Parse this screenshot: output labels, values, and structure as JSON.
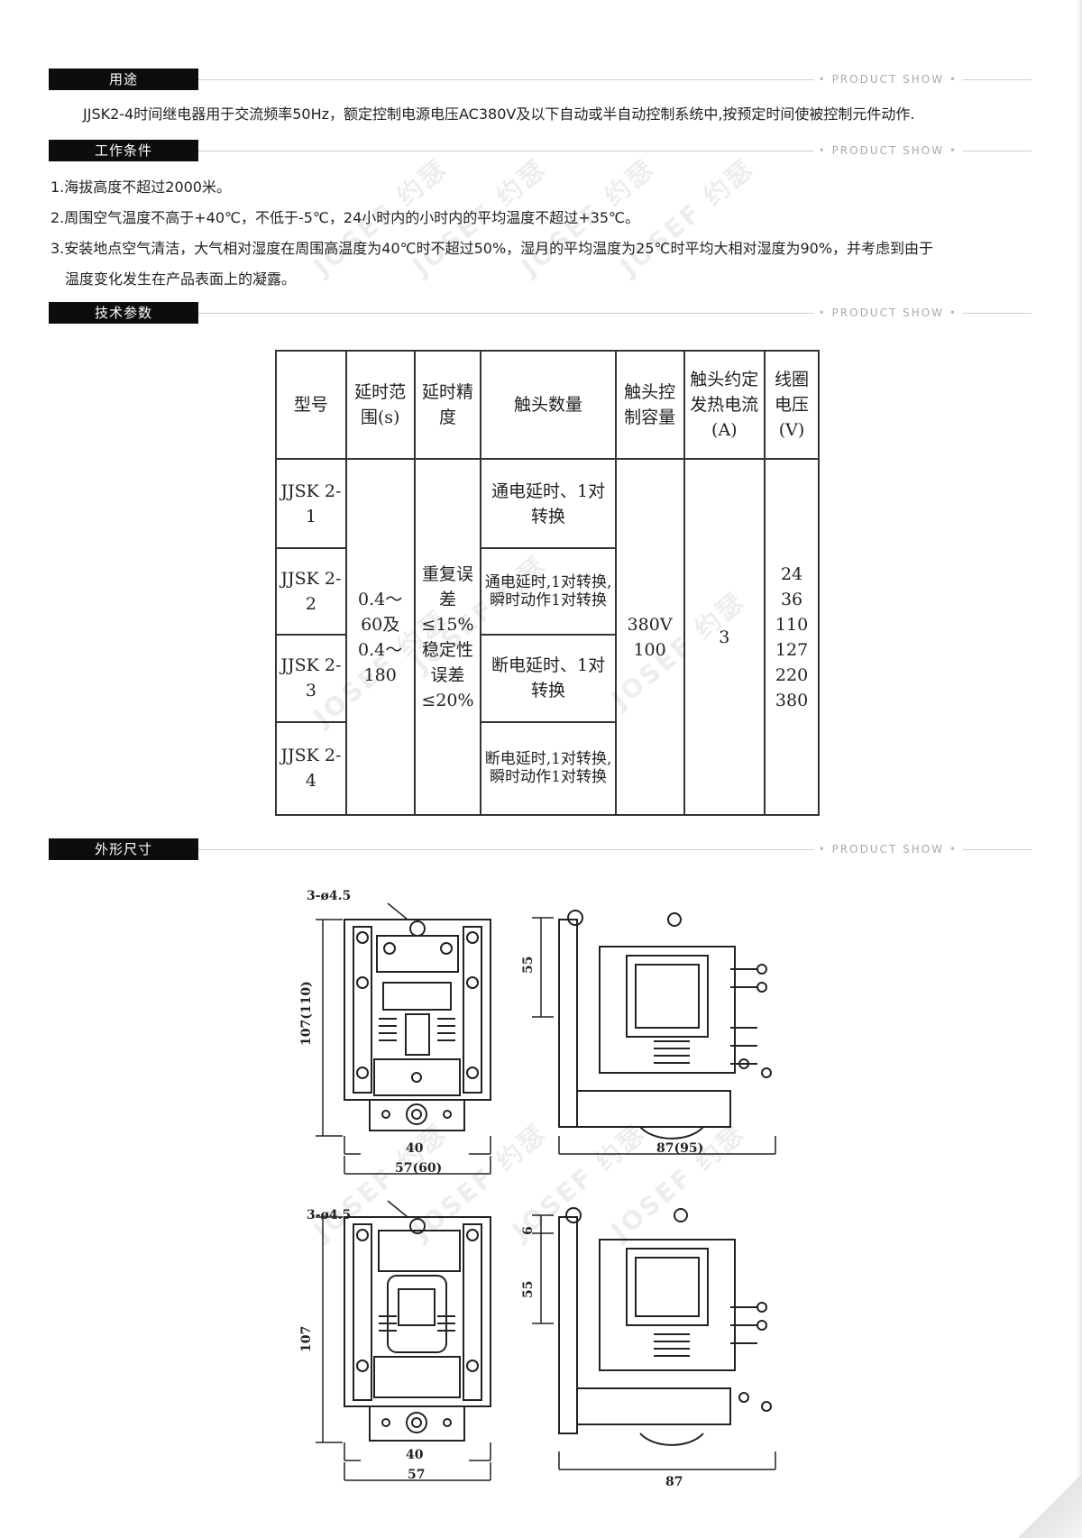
{
  "sections": {
    "usage": {
      "title": "用途",
      "tag": "PRODUCT SHOW"
    },
    "conditions": {
      "title": "工作条件",
      "tag": "PRODUCT SHOW"
    },
    "params": {
      "title": "技术参数",
      "tag": "PRODUCT SHOW"
    },
    "dimensions": {
      "title": "外形尺寸",
      "tag": "PRODUCT SHOW"
    }
  },
  "usage_text": "JJSK2-4时间继电器用于交流频率50Hz，额定控制电源电压AC380V及以下自动或半自动控制系统中,按预定时间使被控制元件动作.",
  "conditions": [
    "1.海拔高度不超过2000米。",
    "2.周围空气温度不高于+40℃，不低于-5℃，24小时内的小时内的平均温度不超过+35℃。",
    "3.安装地点空气清洁，大气相对湿度在周围高温度为40℃时不超过50%，湿月的平均温度为25℃时平均大相对湿度为90%，并考虑到由于",
    "温度变化发生在产品表面上的凝露。"
  ],
  "watermark": "JOSEF 约瑟",
  "table": {
    "headers": [
      "型号",
      "延时范围(s)",
      "延时精度",
      "触头数量",
      "触头控制容量",
      "触头约定发热电流(A)",
      "线圈电压(V)"
    ],
    "models": [
      "JJSK 2-1",
      "JJSK 2-2",
      "JJSK 2-3",
      "JJSK 2-4"
    ],
    "contacts": [
      "通电延时、1对转换",
      "通电延时,1对转换,瞬时动作1对转换",
      "断电延时、1对转换",
      "断电延时,1对转换,瞬时动作1对转换"
    ],
    "delay_range": "0.4～60及0.4～180",
    "accuracy": "重复误差≤15%稳定性误差≤20%",
    "capacity": "380V 100",
    "current": "3",
    "coil_voltages": [
      "24",
      "36",
      "110",
      "127",
      "220",
      "380"
    ]
  },
  "dims": {
    "top_hole": "3-ø4.5",
    "top_height": "107(110)",
    "top_w1": "40",
    "top_w2": "57(60)",
    "top_side_h": "55",
    "top_side_w": "87(95)",
    "bot_hole": "3-ø4.5",
    "bot_height": "107",
    "bot_w1": "40",
    "bot_w2": "57",
    "bot_side_h1": "6",
    "bot_side_h2": "55",
    "bot_side_w": "87"
  }
}
